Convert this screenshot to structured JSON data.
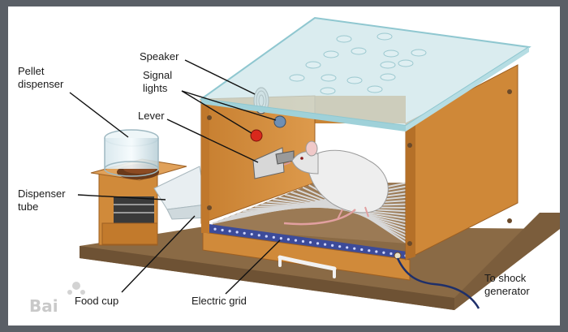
{
  "labels": {
    "pellet_dispenser": [
      "Pellet",
      "dispenser"
    ],
    "speaker": "Speaker",
    "signal_lights": [
      "Signal",
      "lights"
    ],
    "lever": "Lever",
    "dispenser_tube": [
      "Dispenser",
      "tube"
    ],
    "food_cup": "Food cup",
    "electric_grid": "Electric grid",
    "shock_generator": [
      "To shock",
      "generator"
    ]
  },
  "watermark": "Bai",
  "colors": {
    "wood": "#d08a3a",
    "wood_dark": "#9c5f22",
    "base": "#8a6a45",
    "glass": "#cde6ea",
    "glass_edge": "#8fc7d0",
    "grid_strip": "#3c4b9a",
    "red_light": "#d9281c",
    "blue_light": "#6f8fb3",
    "cable": "#1e2f6a"
  }
}
